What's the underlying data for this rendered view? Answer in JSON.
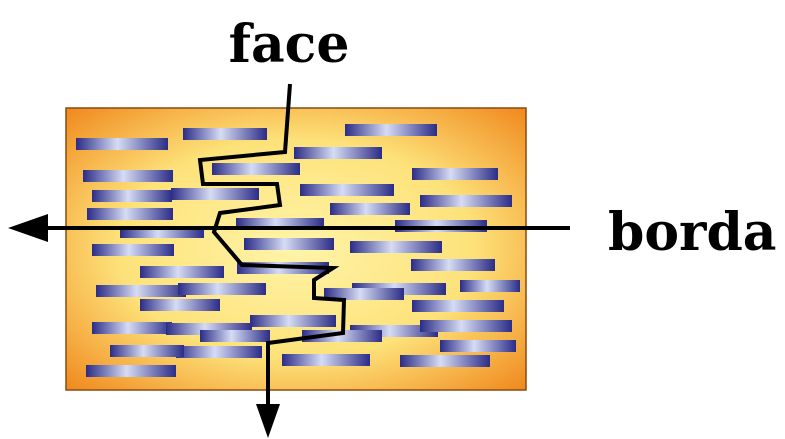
{
  "labels": {
    "top": "face",
    "right": "borda"
  },
  "colors": {
    "board_center": "#fff4a8",
    "board_edge": "#f08a1e",
    "board_outline": "#8a4a10",
    "fiber_light": "#d6dcf4",
    "fiber_dark": "#2b2c86",
    "line": "#000000"
  },
  "diagram": {
    "fiber_count": 42,
    "arrows": [
      "left-arrow",
      "down-arrow"
    ]
  }
}
